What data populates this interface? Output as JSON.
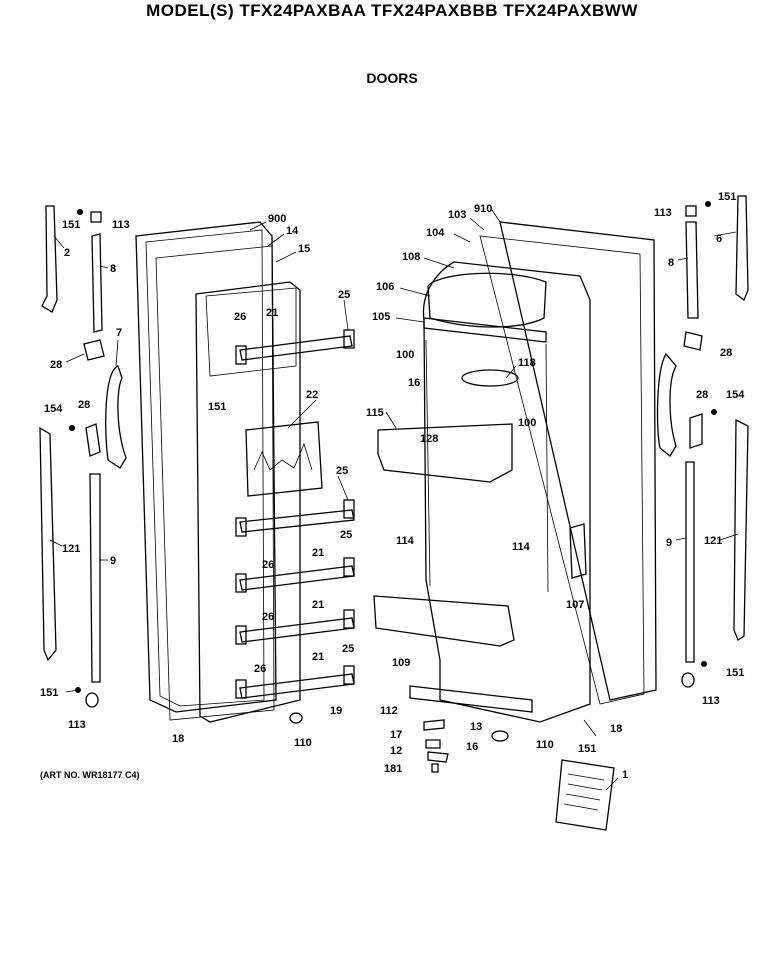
{
  "header": {
    "title": "MODEL(S) TFX24PAXBAA  TFX24PAXBBB  TFX24PAXBWW",
    "subtitle": "DOORS"
  },
  "footer": {
    "art_no": "(ART NO. WR18177 C4)"
  },
  "callouts": [
    "2",
    "151",
    "113",
    "8",
    "7",
    "28",
    "154",
    "28",
    "121",
    "9",
    "151",
    "113",
    "900",
    "14",
    "15",
    "25",
    "26",
    "21",
    "151",
    "22",
    "25",
    "21",
    "26",
    "25",
    "21",
    "26",
    "25",
    "26",
    "21",
    "19",
    "110",
    "18",
    "910",
    "103",
    "104",
    "108",
    "106",
    "105",
    "100",
    "16",
    "118",
    "115",
    "128",
    "100",
    "114",
    "114",
    "107",
    "109",
    "112",
    "13",
    "17",
    "16",
    "12",
    "181",
    "110",
    "151",
    "18",
    "1",
    "151",
    "113",
    "6",
    "8",
    "28",
    "28",
    "154",
    "9",
    "121",
    "151",
    "113"
  ]
}
